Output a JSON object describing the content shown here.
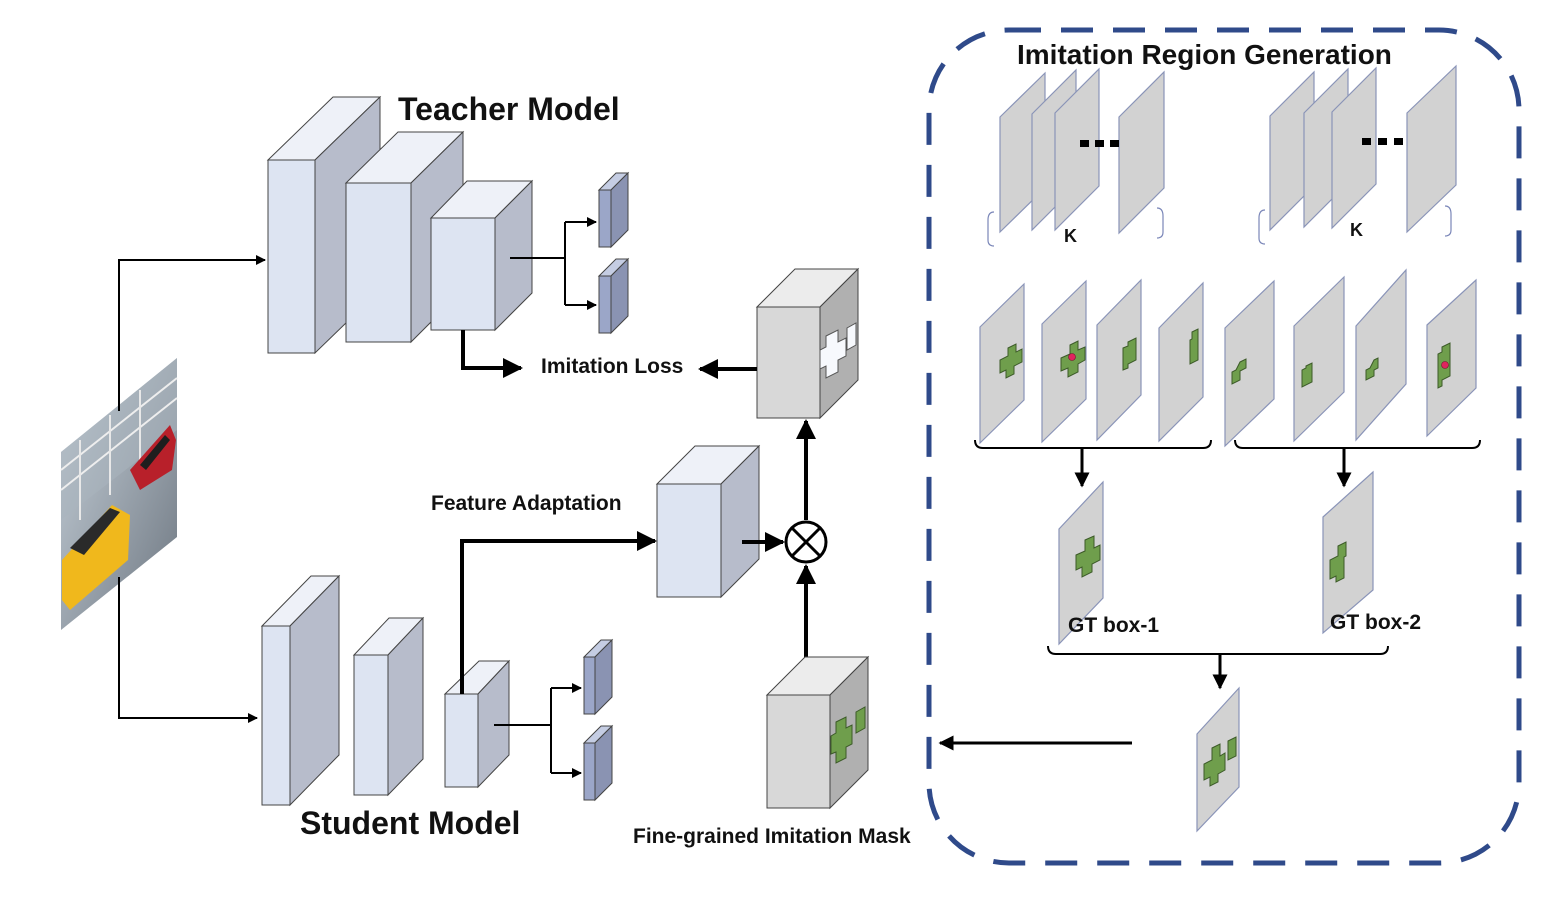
{
  "labels": {
    "teacher_model": "Teacher Model",
    "student_model": "Student Model",
    "imitation_loss": "Imitation Loss",
    "feature_adaptation": "Feature Adaptation",
    "fine_grained_mask": "Fine-grained Imitation Mask",
    "region_generation_title": "Imitation Region Generation",
    "k_label_1": "K",
    "k_label_2": "K",
    "gt_box_1": "GT box-1",
    "gt_box_2": "GT box-2"
  },
  "operators": {
    "multiply_symbol": "⊗"
  },
  "colors": {
    "block_front": "#dde4f2",
    "block_side": "#b7bccb",
    "block_top": "#eef1f8",
    "feature_blue": "#9ba6c8",
    "gray_card": "#d2d2d2",
    "green_region": "#6f9e4c",
    "dashed_border": "#2f4a8a",
    "anchor_dot": "#e0245e"
  }
}
